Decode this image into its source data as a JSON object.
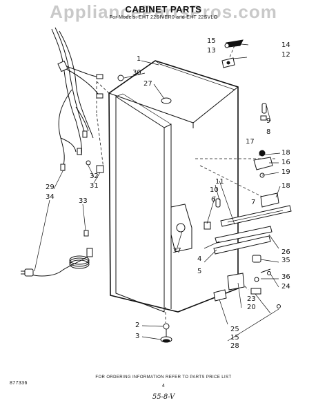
{
  "watermark": "AppliancePartsPros.com",
  "title": "CABINET PARTS",
  "subtitle": "For Models: EHT 22SIVER0 and EHT 22SVLO",
  "part_numbers": [
    "1",
    "2",
    "3",
    "4",
    "5",
    "6",
    "7",
    "8",
    "9",
    "10",
    "11",
    "12",
    "13",
    "14",
    "15",
    "16",
    "17",
    "18",
    "18",
    "19",
    "20",
    "23",
    "24",
    "25",
    "15",
    "26",
    "27",
    "28",
    "29",
    "34",
    "30",
    "31",
    "32",
    "33",
    "35",
    "36",
    "37"
  ],
  "footer": {
    "left_code": "877336",
    "ordering_note": "FOR ORDERING INFORMATION REFER TO PARTS PRICE LIST",
    "page": "4",
    "handwritten": "55-8-V"
  }
}
